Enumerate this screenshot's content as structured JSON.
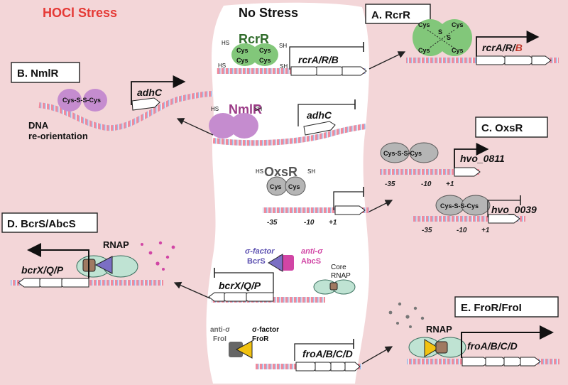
{
  "headers": {
    "hocl": "HOCl Stress",
    "no_stress": "No Stress"
  },
  "colors": {
    "background": "#f3d6d8",
    "center": "#ffffff",
    "hocl_red": "#e53935",
    "rcrr_green": "#82c77a",
    "nmlr_purple": "#c58ccf",
    "oxsr_gray": "#b5b5b5",
    "sigma_purple": "#7b6fc4",
    "anti_sigma_pink": "#d145a5",
    "rnap_teal": "#bfe3d3",
    "yellow": "#f2c20f",
    "brown": "#a07a62",
    "nmlr_text": "#9c3b87",
    "rcrr_text": "#2f6b2a"
  },
  "labels": {
    "rcrr": "A.  RcrR",
    "nmlr": "B.  NmlR",
    "oxsr": "C.  OxsR",
    "bcrs": "D.  BcrS/AbcS",
    "fror": "E.  FroR/FroI"
  },
  "genes": {
    "rcr_prefix": "rcrA/R/",
    "rcr_b": "B",
    "rcr_full": "rcrA/R/B",
    "adhc": "adhC",
    "hvo0811": "hvo_0811",
    "hvo0039": "hvo_0039",
    "bcrx": "bcrX/Q/P",
    "froa": "froA/B/C/D"
  },
  "proteins": {
    "rcrr": "RcrR",
    "nmlr": "NmlR",
    "oxsr": "OxsR",
    "cys": "Cys",
    "hs": "HS",
    "sh": "SH",
    "s": "S",
    "cys_s_s_cys": "Cys-S-S-Cys",
    "dna_reorient_1": "DNA",
    "dna_reorient_2": "re-orientation",
    "rnap": "RNAP",
    "sigma_factor": "σ-factor",
    "bcrs": "BcrS",
    "anti_sigma": "anti-σ",
    "abcs": "AbcS",
    "core": "Core",
    "core_rnap": "RNAP",
    "froi": "FroI",
    "fror": "FroR"
  },
  "promoter": {
    "m35": "-35",
    "m10": "-10",
    "p1": "+1"
  }
}
